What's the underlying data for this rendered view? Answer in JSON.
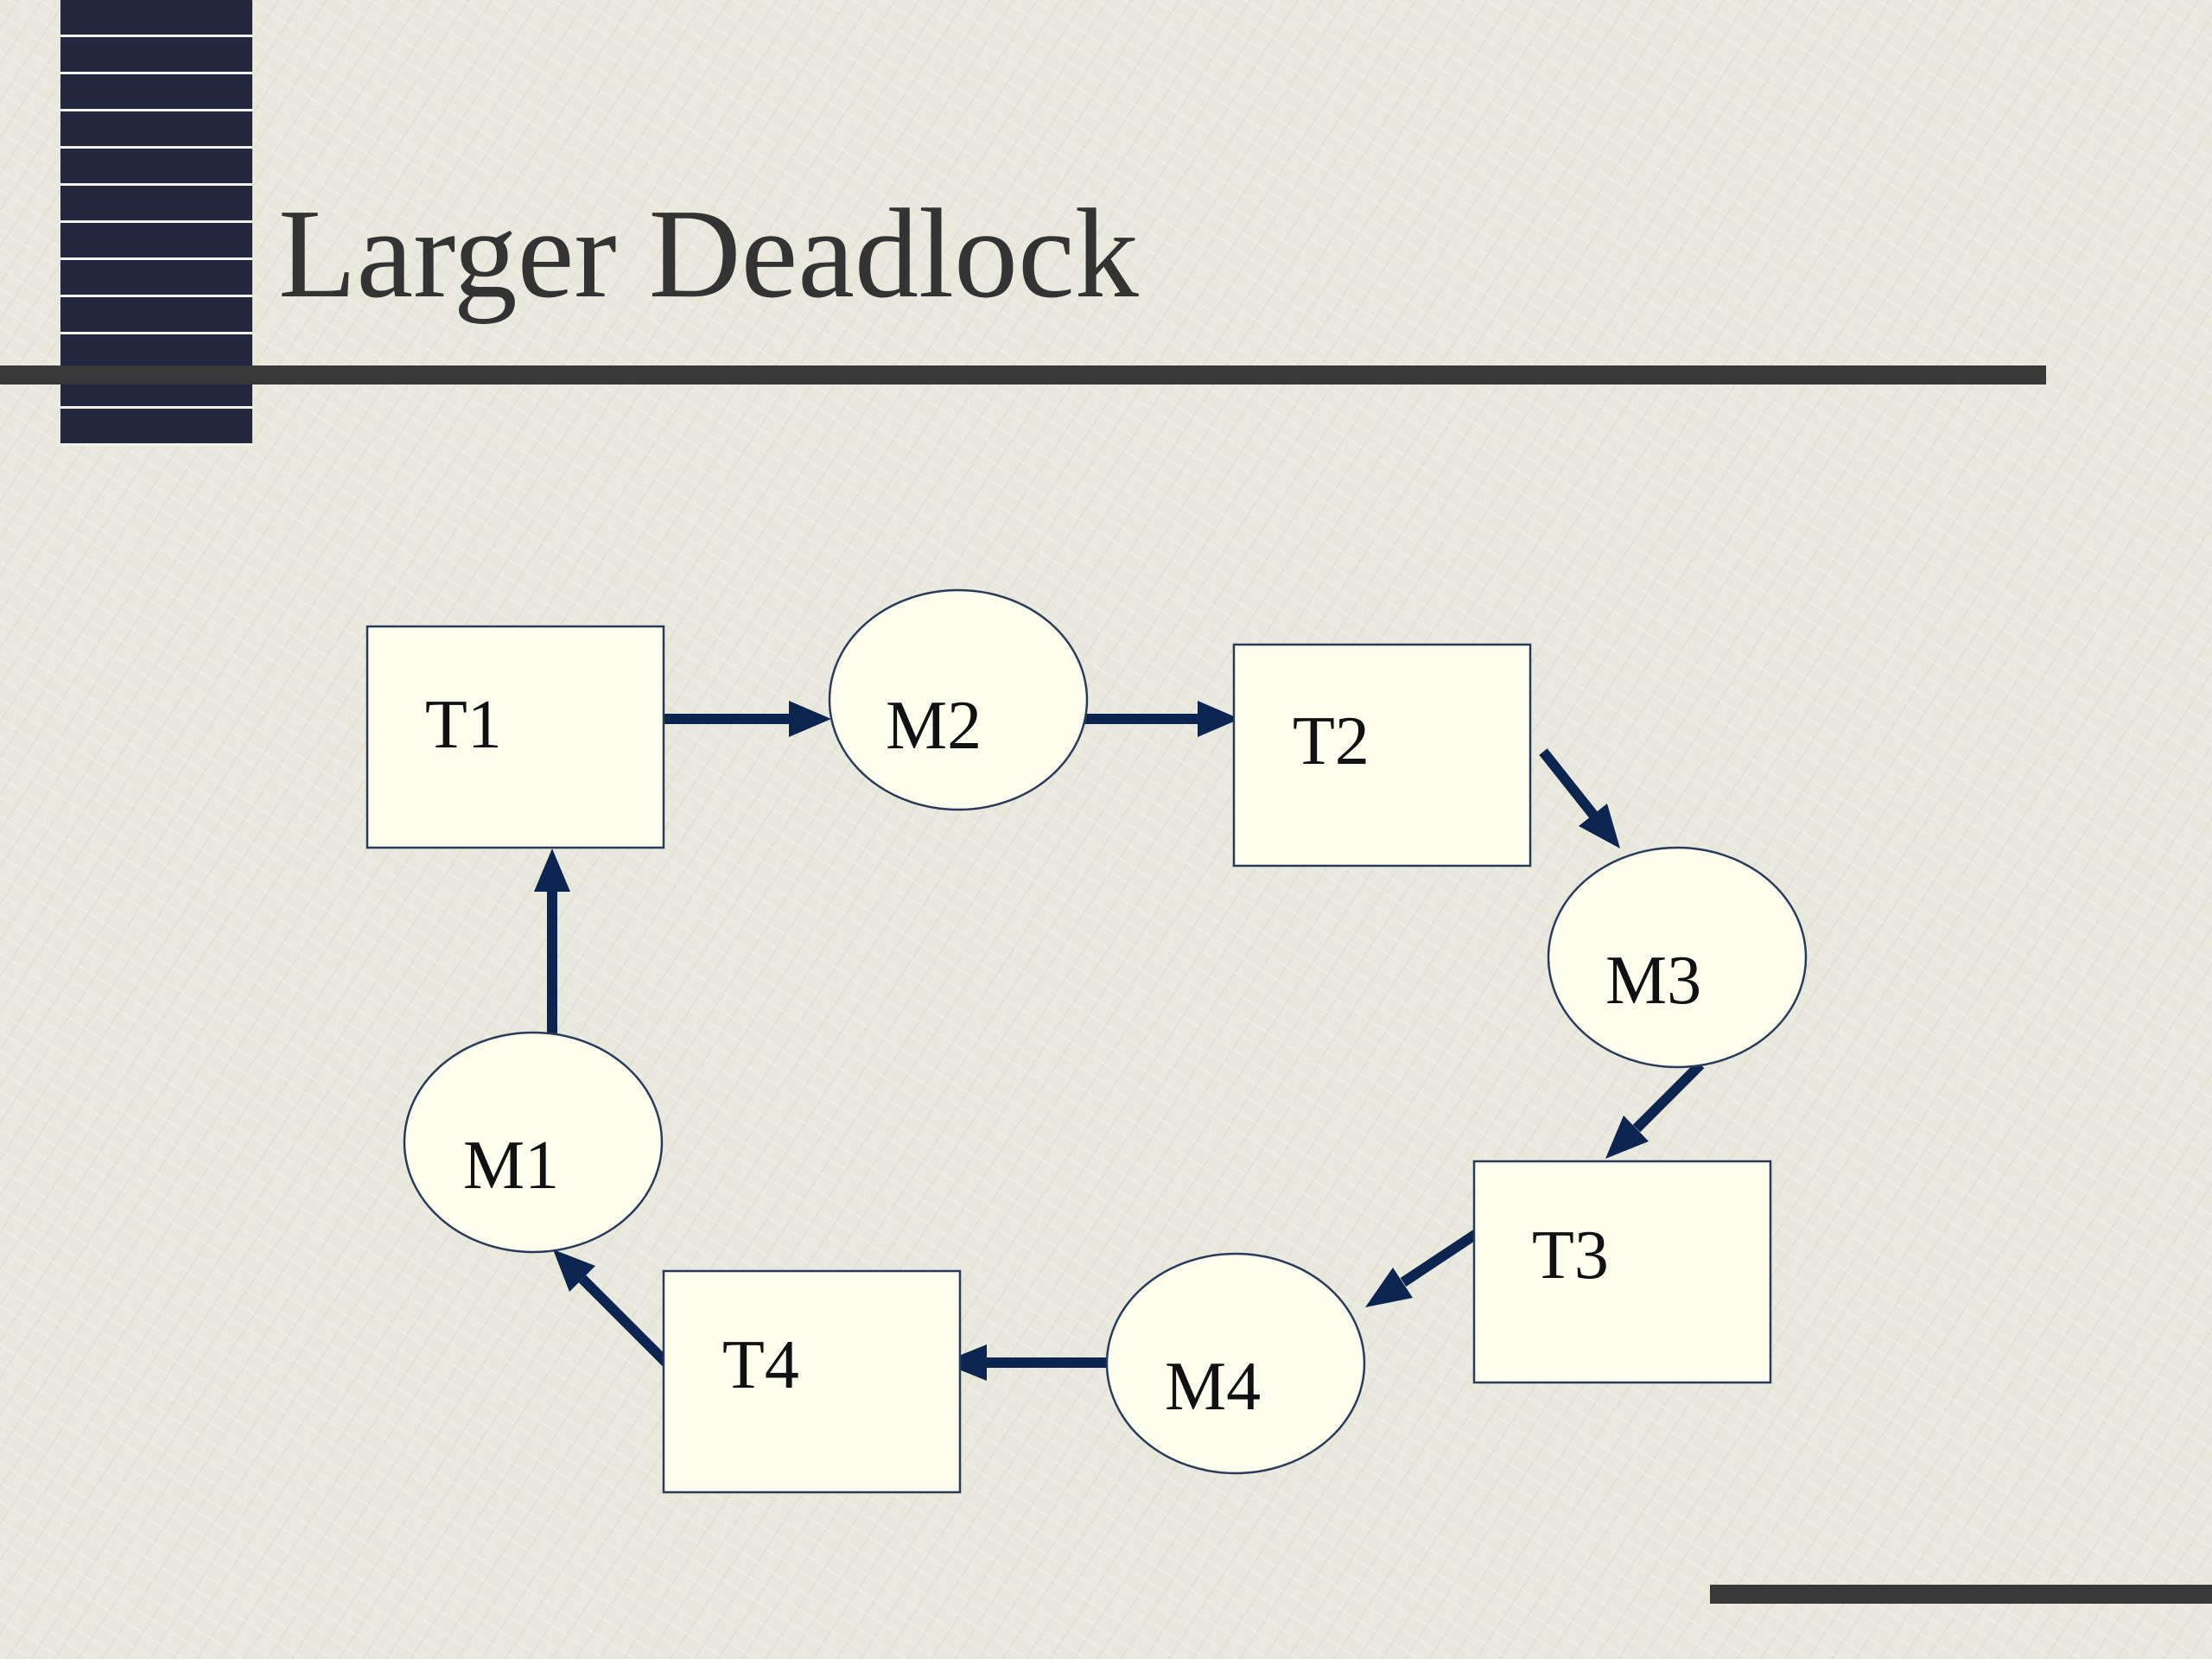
{
  "slide": {
    "title": "Larger Deadlock"
  },
  "diagram": {
    "nodes": [
      {
        "id": "T1",
        "label": "T1",
        "kind": "transaction"
      },
      {
        "id": "M2",
        "label": "M2",
        "kind": "resource"
      },
      {
        "id": "T2",
        "label": "T2",
        "kind": "transaction"
      },
      {
        "id": "M3",
        "label": "M3",
        "kind": "resource"
      },
      {
        "id": "T3",
        "label": "T3",
        "kind": "transaction"
      },
      {
        "id": "M4",
        "label": "M4",
        "kind": "resource"
      },
      {
        "id": "T4",
        "label": "T4",
        "kind": "transaction"
      },
      {
        "id": "M1",
        "label": "M1",
        "kind": "resource"
      }
    ],
    "edges": [
      {
        "from": "T1",
        "to": "M2"
      },
      {
        "from": "M2",
        "to": "T2"
      },
      {
        "from": "T2",
        "to": "M3"
      },
      {
        "from": "M3",
        "to": "T3"
      },
      {
        "from": "T3",
        "to": "M4"
      },
      {
        "from": "M4",
        "to": "T4"
      },
      {
        "from": "T4",
        "to": "M1"
      },
      {
        "from": "M1",
        "to": "T1"
      }
    ]
  },
  "colors": {
    "background": "#e9e8dc",
    "node_fill": "#fefeee",
    "node_border": "#2a3a5a",
    "arrow": "#0b2550",
    "rule": "#383838",
    "title": "#333333",
    "decor_block": "#23273f"
  }
}
